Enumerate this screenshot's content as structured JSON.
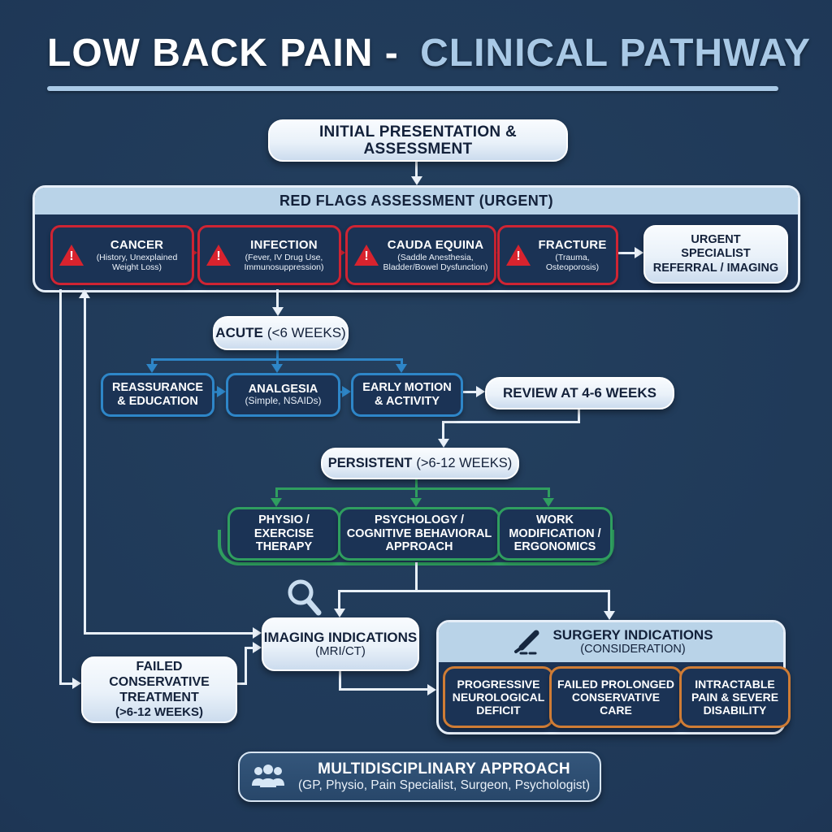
{
  "title": {
    "white": "LOW BACK PAIN -",
    "blue": "CLINICAL PATHWAY"
  },
  "initial": {
    "label": "INITIAL PRESENTATION & ASSESSMENT"
  },
  "red_flags": {
    "header": "RED FLAGS ASSESSMENT (URGENT)",
    "items": [
      {
        "title": "CANCER",
        "subtitle": "(History, Unexplained Weight Loss)"
      },
      {
        "title": "INFECTION",
        "subtitle": "(Fever, IV Drug Use, Immunosuppression)"
      },
      {
        "title": "CAUDA EQUINA",
        "subtitle": "(Saddle Anesthesia, Bladder/Bowel Dysfunction)"
      },
      {
        "title": "FRACTURE",
        "subtitle": "(Trauma, Osteoporosis)"
      }
    ],
    "outcome": {
      "line1": "URGENT",
      "line2": "SPECIALIST",
      "line3": "REFERRAL / IMAGING"
    }
  },
  "acute": {
    "label_bold": "ACUTE",
    "label_rest": "(<6 WEEKS)"
  },
  "acute_steps": [
    {
      "title": "REASSURANCE & EDUCATION",
      "subtitle": ""
    },
    {
      "title": "ANALGESIA",
      "subtitle": "(Simple, NSAIDs)"
    },
    {
      "title": "EARLY MOTION & ACTIVITY",
      "subtitle": ""
    }
  ],
  "review": {
    "label": "REVIEW AT 4-6 WEEKS"
  },
  "persistent": {
    "label_bold": "PERSISTENT",
    "label_rest": "(>6-12 WEEKS)"
  },
  "persistent_steps": [
    {
      "title": "PHYSIO / EXERCISE THERAPY"
    },
    {
      "title": "PSYCHOLOGY / COGNITIVE BEHAVIORAL APPROACH"
    },
    {
      "title": "WORK MODIFICATION / ERGONOMICS"
    }
  ],
  "imaging": {
    "title": "IMAGING INDICATIONS",
    "subtitle": "(MRI/CT)"
  },
  "failed": {
    "line1": "FAILED",
    "line2": "CONSERVATIVE",
    "line3": "TREATMENT",
    "line4": "(>6-12 WEEKS)"
  },
  "surgery": {
    "header_title": "SURGERY INDICATIONS",
    "header_subtitle": "(CONSIDERATION)",
    "items": [
      {
        "title": "PROGRESSIVE NEUROLOGICAL DEFICIT"
      },
      {
        "title": "FAILED PROLONGED CONSERVATIVE CARE"
      },
      {
        "title": "INTRACTABLE PAIN & SEVERE DISABILITY"
      }
    ]
  },
  "multidisciplinary": {
    "title": "MULTIDISCIPLINARY APPROACH",
    "subtitle": "(GP, Physio, Pain Specialist, Surgeon, Psychologist)"
  },
  "colors": {
    "background": "#1e3756",
    "panel_navy": "#1b3355",
    "header_light_blue": "#b9d3e8",
    "title_highlight": "#a9c9e6",
    "line_white": "#e9f0f8",
    "red": "#cf2433",
    "blue": "#2e86c8",
    "green": "#2f9e5f",
    "orange": "#cf7c35"
  }
}
